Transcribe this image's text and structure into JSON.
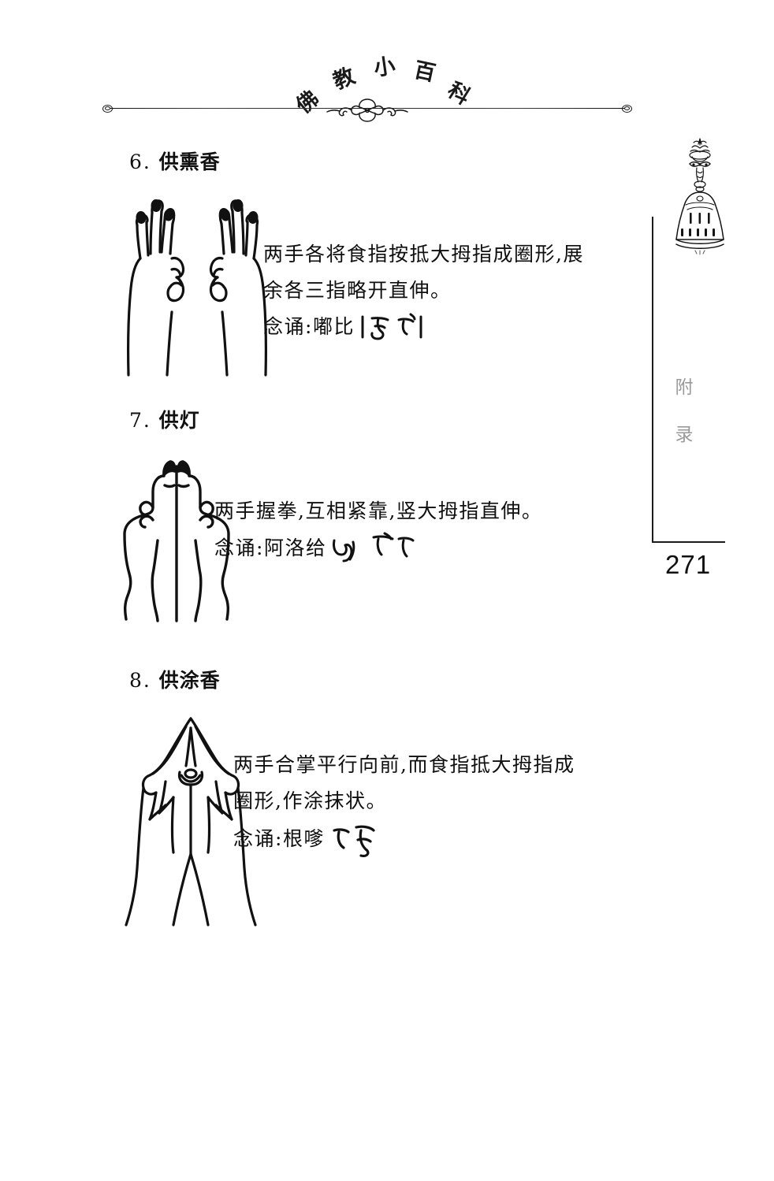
{
  "page": {
    "running_head": "佛教小百科",
    "running_head_chars": [
      "佛",
      "教",
      "小",
      "百",
      "科"
    ],
    "page_number": "271",
    "sidebar_label_chars": [
      "附",
      "录"
    ],
    "sidebar_icon": "ritual-bell-icon",
    "ornament": "floral-divider-ornament",
    "background_color": "#ffffff",
    "ink_color": "#111111",
    "sidebar_label_color": "#9a9a9a"
  },
  "sections": [
    {
      "number": "6.",
      "title": "供熏香",
      "heading": "6. 供熏香",
      "figure": "two-hands-index-to-thumb-mudra",
      "body_lines": [
        "两手各将食指按抵大拇指成圈形,展",
        "余各三指略开直伸。"
      ],
      "chant_label": "念诵:",
      "chant_text": "嘟比",
      "chant_script": "tibetan-handwriting"
    },
    {
      "number": "7.",
      "title": "供灯",
      "heading": "7. 供灯",
      "figure": "two-fists-thumbs-up-mudra",
      "body_lines": [
        "两手握拳,互相紧靠,竖大拇指直伸。"
      ],
      "chant_label": "念诵:",
      "chant_text": "阿洛给",
      "chant_script": "tibetan-handwriting"
    },
    {
      "number": "8.",
      "title": "供涂香",
      "heading": "8. 供涂香",
      "figure": "joined-palms-index-circle-mudra",
      "body_lines": [
        "两手合掌平行向前,而食指抵大拇指成",
        "圈形,作涂抹状。"
      ],
      "chant_label": "念诵:",
      "chant_text": "根嗲",
      "chant_script": "tibetan-handwriting"
    }
  ]
}
